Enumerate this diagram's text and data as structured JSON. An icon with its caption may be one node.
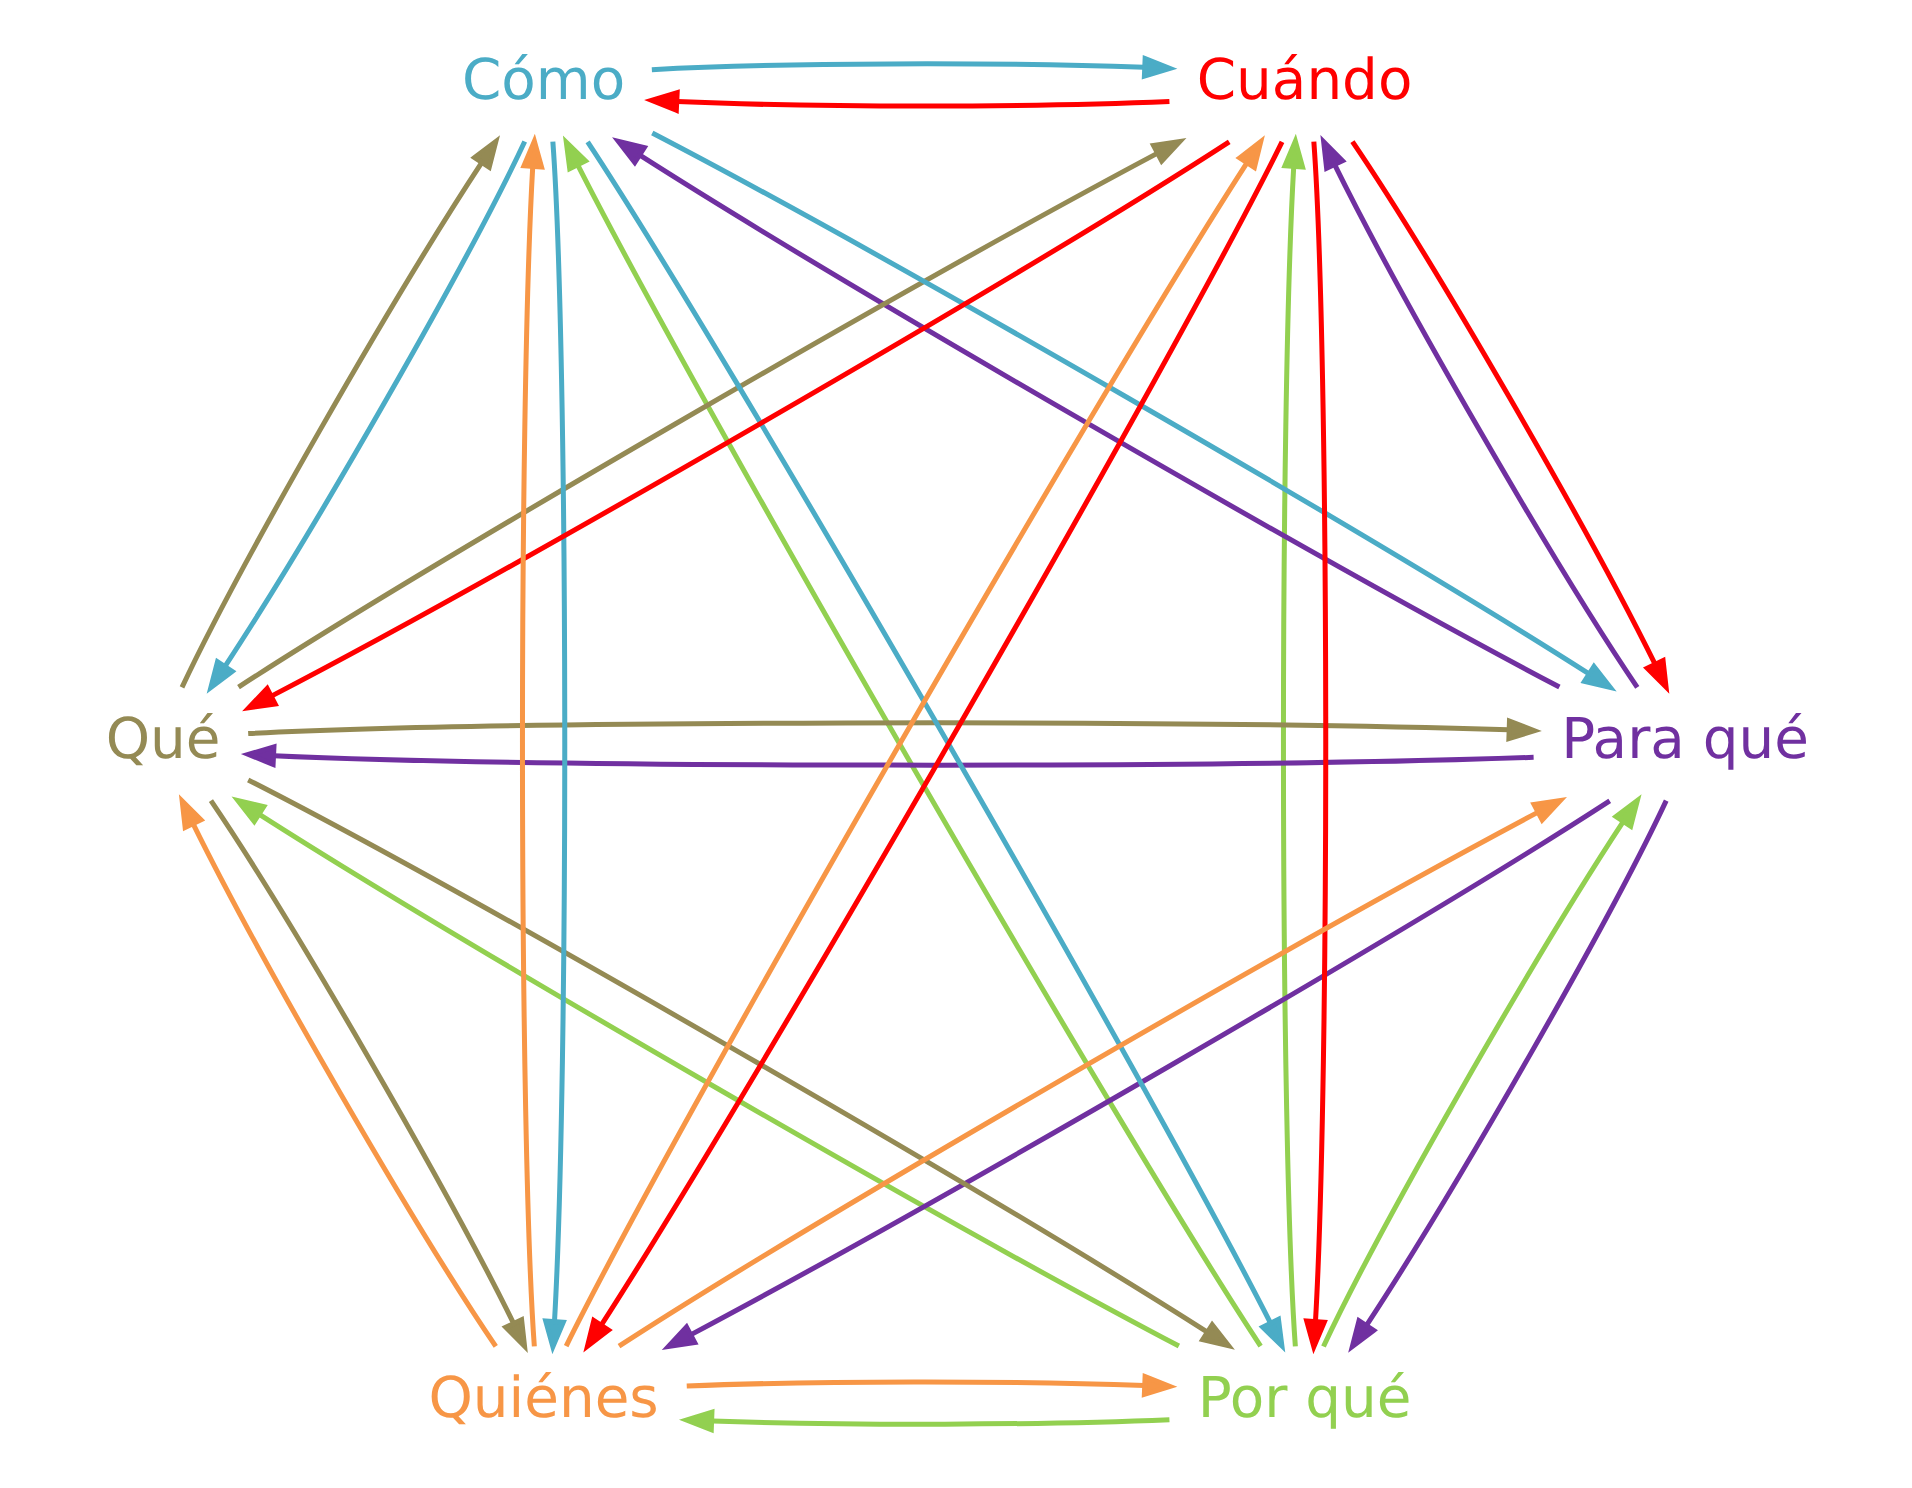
{
  "diagram": {
    "nodes": [
      {
        "text": [
          "Por qué"
        ]
      },
      {
        "text": [
          "Para qué"
        ]
      },
      {
        "text": [
          "Quiénes"
        ]
      },
      {
        "text": [
          "Qué"
        ]
      },
      {
        "text": [
          "Cuándo"
        ]
      },
      {
        "text": [
          "Cómo"
        ]
      }
    ],
    "edges": [
      {
        "from": 0,
        "to": 1,
        "arrow": "to",
        "color": "#92d050"
      },
      {
        "from": 0,
        "to": 3,
        "arrow": "to",
        "color": "#92d050"
      },
      {
        "from": 0,
        "to": 5,
        "arrow": "to",
        "color": "#92d050"
      },
      {
        "from": 0,
        "to": 4,
        "arrow": "to",
        "color": "#92d050"
      },
      {
        "from": 0,
        "to": 2,
        "arrow": "to",
        "color": "#92d050"
      },
      {
        "from": 1,
        "to": 0,
        "arrow": "to",
        "color": "#7030a0"
      },
      {
        "from": 1,
        "to": 3,
        "arrow": "to",
        "color": "#7030a0"
      },
      {
        "from": 1,
        "to": 5,
        "arrow": "to",
        "color": "#7030a0"
      },
      {
        "from": 1,
        "to": 4,
        "arrow": "to",
        "color": "#7030a0"
      },
      {
        "from": 1,
        "to": 2,
        "arrow": "to",
        "color": "#7030a0"
      },
      {
        "from": 3,
        "to": 1,
        "arrow": "to",
        "color": "#948a54"
      },
      {
        "from": 3,
        "to": 0,
        "arrow": "to",
        "color": "#948a54"
      },
      {
        "from": 3,
        "to": 2,
        "arrow": "to",
        "color": "#948a54"
      },
      {
        "from": 3,
        "to": 4,
        "arrow": "to",
        "color": "#948a54"
      },
      {
        "from": 3,
        "to": 5,
        "arrow": "to",
        "color": "#948a54"
      },
      {
        "from": 5,
        "to": 3,
        "arrow": "to",
        "color": "#4bacc6"
      },
      {
        "from": 5,
        "to": 1,
        "arrow": "to",
        "color": "#4bacc6"
      },
      {
        "from": 5,
        "to": 0,
        "arrow": "to",
        "color": "#4bacc6"
      },
      {
        "from": 5,
        "to": 2,
        "arrow": "to",
        "color": "#4bacc6"
      },
      {
        "from": 5,
        "to": 4,
        "arrow": "to",
        "color": "#4bacc6"
      },
      {
        "from": 4,
        "to": 5,
        "arrow": "to",
        "color": "#ff0000"
      },
      {
        "from": 4,
        "to": 3,
        "arrow": "to",
        "color": "#ff0000"
      },
      {
        "from": 4,
        "to": 1,
        "arrow": "to",
        "color": "#ff0000"
      },
      {
        "from": 4,
        "to": 0,
        "arrow": "to",
        "color": "#ff0000"
      },
      {
        "from": 4,
        "to": 2,
        "arrow": "to",
        "color": "#ff0000"
      },
      {
        "from": 2,
        "to": 0,
        "arrow": "to",
        "color": "#f79646"
      },
      {
        "from": 2,
        "to": 1,
        "arrow": "to",
        "color": "#f79646"
      },
      {
        "from": 2,
        "to": 3,
        "arrow": "to",
        "color": "#f79646"
      },
      {
        "from": 2,
        "to": 5,
        "arrow": "to",
        "color": "#f79646"
      },
      {
        "from": 2,
        "to": 4,
        "arrow": "to",
        "color": "#f79646"
      }
    ]
  }
}
